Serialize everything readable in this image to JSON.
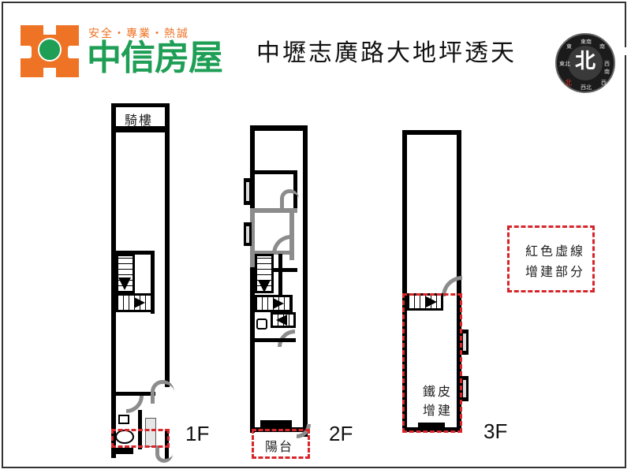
{
  "header": {
    "logo": {
      "icon": "globe-logo-icon",
      "brand_color": "#1f9e55",
      "accent_color": "#ee7324"
    },
    "slogan": "安全・專業・熱誠",
    "brand_name": "中信房屋",
    "title": "中壢志廣路大地坪透天"
  },
  "compass": {
    "center_glyph": "北",
    "labels": [
      "東南",
      "南",
      "西南",
      "西",
      "西北",
      "北",
      "東北",
      "東"
    ],
    "north_color": "#e0302a"
  },
  "floors": [
    {
      "id": "1F",
      "label": "1F",
      "rooms": [
        "騎樓"
      ]
    },
    {
      "id": "2F",
      "label": "2F",
      "rooms": [
        "陽台"
      ]
    },
    {
      "id": "3F",
      "label": "3F",
      "rooms": [
        "鐵皮增建"
      ],
      "annex_line1": "鐵皮",
      "annex_line2": "增建"
    }
  ],
  "legend": {
    "line1": "紅色虛線",
    "line2": "增建部分",
    "color": "#d7262b"
  }
}
